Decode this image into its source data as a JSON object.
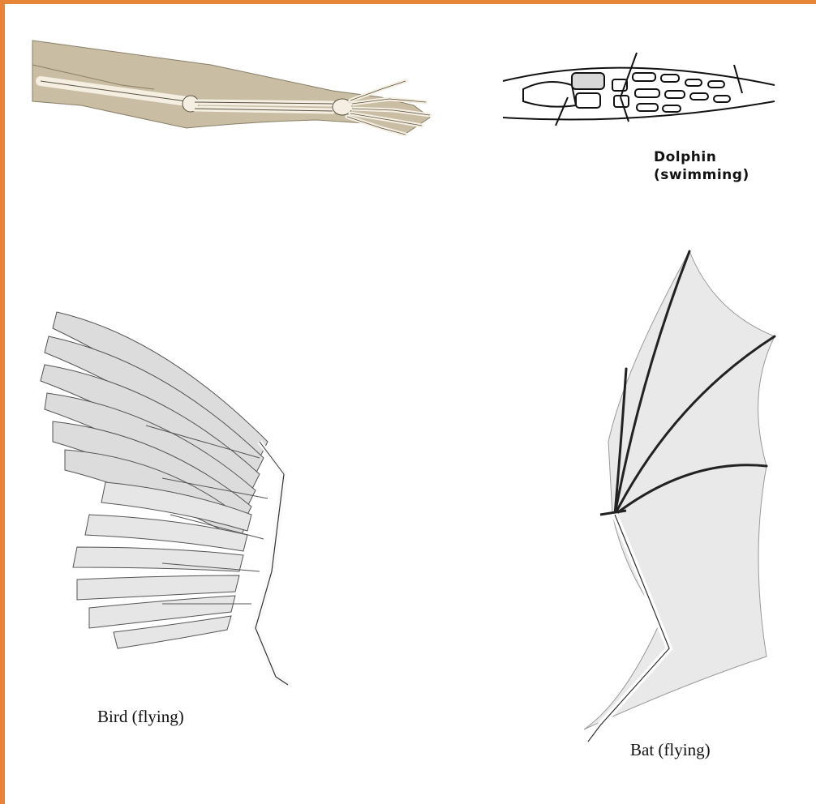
{
  "figure": {
    "border_color": "#e8843a",
    "panels": [
      {
        "id": "human",
        "icon": "human-arm-skeleton-icon",
        "label": ""
      },
      {
        "id": "dolphin",
        "icon": "dolphin-flipper-skeleton-icon",
        "label_line1": "Dolphin",
        "label_line2": "(swimming)"
      },
      {
        "id": "bird",
        "icon": "bird-wing-skeleton-icon",
        "label": "Bird (flying)"
      },
      {
        "id": "bat",
        "icon": "bat-wing-skeleton-icon",
        "label": "Bat (flying)"
      }
    ]
  }
}
